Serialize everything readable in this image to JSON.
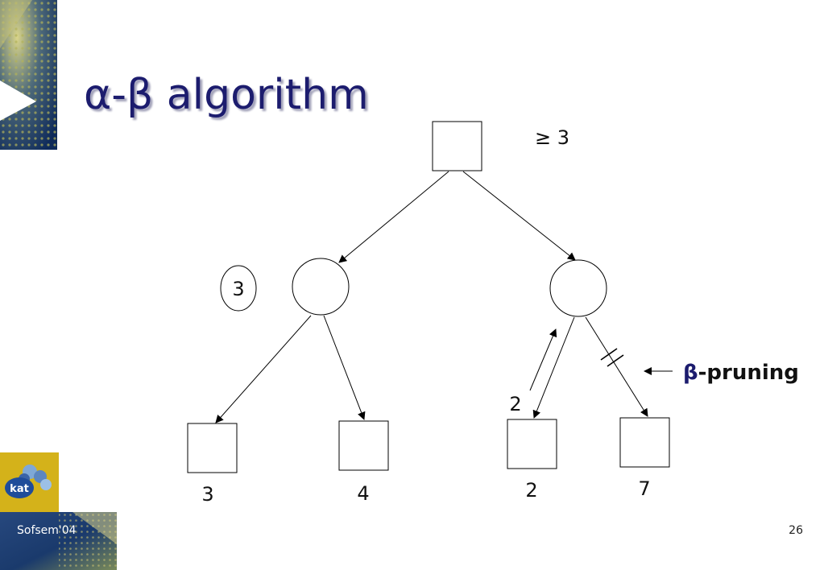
{
  "slide": {
    "title": "α-β algorithm",
    "footer": "Sofsem'04",
    "page_number": "26"
  },
  "logo": {
    "text": "kat",
    "color": "#d4b21a"
  },
  "colors": {
    "title": "#1c1c6e",
    "beta_symbol": "#1c1c6e",
    "decoration_dark": "#0e2a5a",
    "decoration_light": "#b2b25a"
  },
  "tree": {
    "root_bound": "≥ 3",
    "left_node_value": "3",
    "leaf_values": [
      "3",
      "4",
      "2",
      "7"
    ],
    "backed_up_value": "2",
    "pruning_label": {
      "symbol": "β",
      "text": "-pruning"
    }
  }
}
